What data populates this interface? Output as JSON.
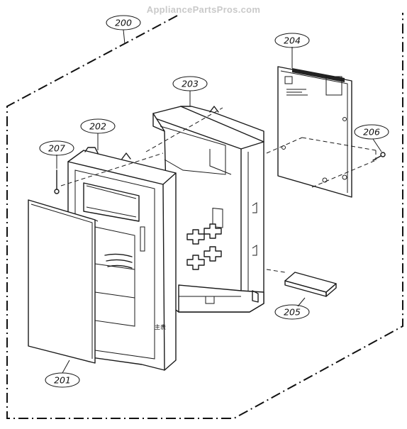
{
  "watermark": "AppliancePartsPros.com",
  "callouts": {
    "c200": "200",
    "c201": "201",
    "c202": "202",
    "c203": "203",
    "c204": "204",
    "c205": "205",
    "c206": "206",
    "c207": "207"
  },
  "panel_mark": "主表"
}
